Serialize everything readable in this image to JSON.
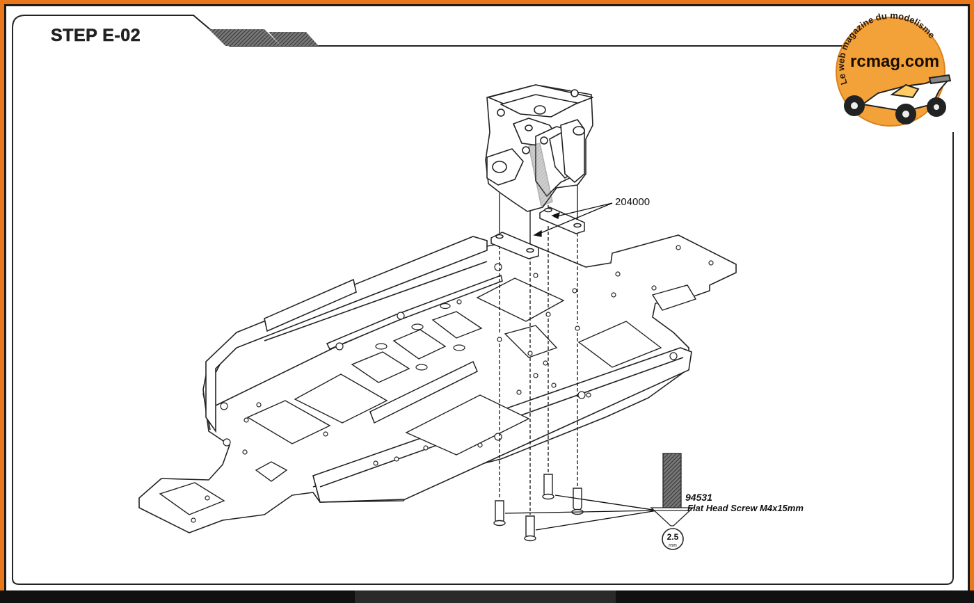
{
  "step": {
    "title": "STEP E-02"
  },
  "logo": {
    "tagline": "Le web magazine du modelisme",
    "brand": "rcmag.com"
  },
  "parts": {
    "spacer_part_number": "204000",
    "screw_part_number": "94531",
    "screw_description": "Flat Head Screw M4x15mm",
    "hex_tool_size": "2.5",
    "hex_tool_unit": "mm"
  },
  "colors": {
    "frame": "#e8781a",
    "logo_bg": "#f3a23a",
    "line": "#222222"
  }
}
